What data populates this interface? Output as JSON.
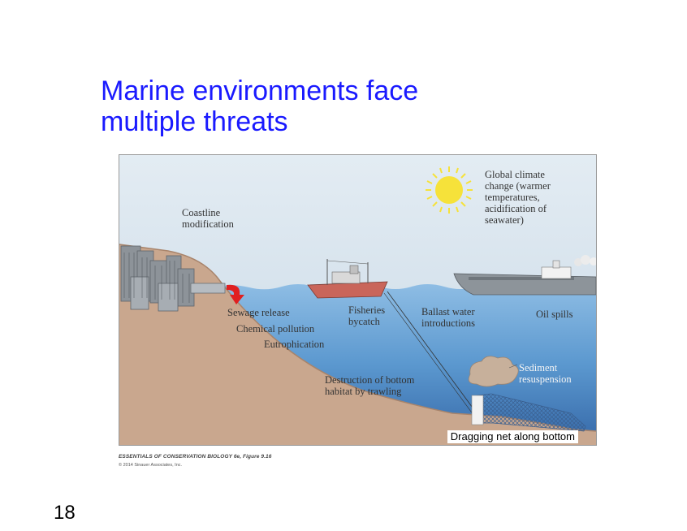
{
  "slide": {
    "title_line1": "Marine environments face",
    "title_line2": "multiple threats",
    "number": "18"
  },
  "figure": {
    "labels": {
      "coastline": [
        "Coastline",
        "modification"
      ],
      "climate": [
        "Global climate",
        "change (warmer",
        "temperatures,",
        "acidification of",
        "seawater)"
      ],
      "sewage": "Sewage release",
      "chemical": "Chemical pollution",
      "eutrophication": "Eutrophication",
      "fisheries": [
        "Fisheries",
        "bycatch"
      ],
      "ballast": [
        "Ballast water",
        "introductions"
      ],
      "oil": "Oil spills",
      "sediment": [
        "Sediment",
        "resuspension"
      ],
      "destruction": [
        "Destruction of bottom",
        "habitat by trawling"
      ]
    },
    "caption": "Dragging net along bottom",
    "credit_line1": "ESSENTIALS OF CONSERVATION BIOLOGY 6e, Figure 9.16",
    "credit_line2": "© 2014 Sinauer Associates, Inc."
  },
  "colors": {
    "title": "#1a1aff",
    "sky": "#d6e4ee",
    "water_top": "#6fa8d6",
    "water_bottom": "#3d79b8",
    "seabed": "#c9a78e",
    "sun": "#f6e23a",
    "sewage_arrow": "#e02020"
  }
}
